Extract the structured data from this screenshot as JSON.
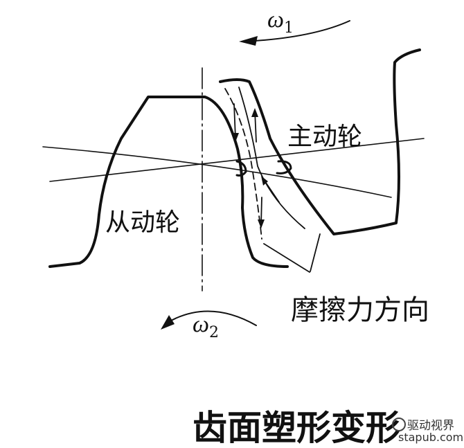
{
  "labels": {
    "omega1": "ω",
    "omega1_sub": "1",
    "omega2": "ω",
    "omega2_sub": "2",
    "driving_gear": "主动轮",
    "driven_gear": "从动轮",
    "friction_direction": "摩擦力方向",
    "caption": "齿面塑形变形"
  },
  "watermark": {
    "brand": "驱动视界",
    "url": "stapub.com"
  },
  "colors": {
    "ink": "#111111",
    "background": "#ffffff"
  }
}
